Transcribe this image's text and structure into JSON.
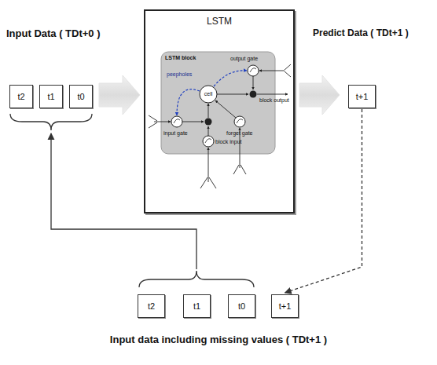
{
  "diagram": {
    "caption": "Input data including missing values ( TDt+1 )",
    "nodes": [
      {
        "text": [
          "t2"
        ]
      },
      {
        "text": [
          "t1"
        ]
      },
      {
        "text": [
          "t0"
        ]
      },
      {
        "text": [
          "LSTM"
        ]
      },
      {
        "text": [
          "t+1"
        ]
      },
      {
        "text": [
          "t2"
        ]
      },
      {
        "text": [
          "t1"
        ]
      },
      {
        "text": [
          "t0"
        ]
      },
      {
        "text": [
          "t+1"
        ]
      }
    ],
    "edges": [
      {
        "from": 4,
        "to": 8,
        "arrow": "to"
      }
    ],
    "labels": [
      "Input Data ( TDt+0 )",
      "Predict Data ( TDt+1 )",
      "LSTM block",
      "peepholes",
      "cell",
      "input gate",
      "forget gate",
      "output gate",
      "block input",
      "block output"
    ]
  }
}
